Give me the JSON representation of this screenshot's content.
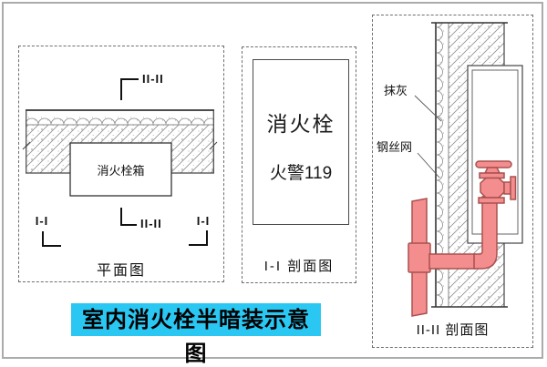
{
  "title": {
    "text": "室内消火栓半暗装示意图",
    "bg_color": "#2bc7f3"
  },
  "plan_panel": {
    "caption": "平面图",
    "hydrant_box_label": "消火栓箱",
    "section_marker_top": "II-II",
    "section_marker_bottom": "II-II",
    "section_marker_left": "I-I",
    "section_marker_right": "I-I"
  },
  "section_i_panel": {
    "caption": "I-I 剖面图",
    "cabinet_text_line1": "消火栓",
    "cabinet_text_line2": "火警119"
  },
  "section_ii_panel": {
    "caption": "II-II 剖面图",
    "plaster_label": "抹灰",
    "wire_mesh_label": "钢丝网"
  },
  "colors": {
    "pipe_fill": "#f48d8e",
    "pipe_stroke": "#a8514f",
    "title_bg": "#2bc7f3",
    "line": "#444444"
  }
}
